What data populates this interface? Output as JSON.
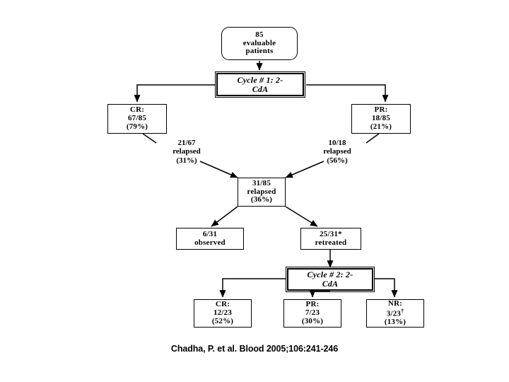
{
  "figure": {
    "type": "flowchart",
    "title": "Treatment response flow diagram",
    "citation": "Chadha, P. et al. Blood 2005;106:241-246",
    "colors": {
      "stroke": "#000000",
      "background": "#ffffff",
      "text": "#000000"
    }
  },
  "nodes": {
    "cohort": {
      "line1": "85",
      "line2": "evaluable",
      "line3": "patients"
    },
    "cycle1": {
      "line1": "Cycle # 1: 2-",
      "line2": "CdA"
    },
    "cr1": {
      "line1": "CR:",
      "line2": "67/85",
      "line3": "(79%)"
    },
    "pr1": {
      "line1": "PR:",
      "line2": "18/85",
      "line3": "(21%)"
    },
    "relapsed_total": {
      "line1": "31/85",
      "line2": "relapsed",
      "line3": "(36%)"
    },
    "observed": {
      "line1": "6/31",
      "line2": "observed"
    },
    "retreated": {
      "line1": "25/31*",
      "line2": "retreated"
    },
    "cycle2": {
      "line1": "Cycle # 2: 2-",
      "line2": "CdA"
    },
    "cr2": {
      "line1": "CR:",
      "line2": "12/23",
      "line3": "(52%)"
    },
    "pr2": {
      "line1": "PR:",
      "line2": "7/23",
      "line3": "(30%)"
    },
    "nr2": {
      "line1": "NR:",
      "line2": "3/23",
      "marker": "†",
      "line3": "(13%)"
    }
  },
  "labels": {
    "cr_relapsed": {
      "line1": "21/67",
      "line2": "relapsed",
      "line3": "(31%)"
    },
    "pr_relapsed": {
      "line1": "10/18",
      "line2": "relapsed",
      "line3": "(56%)"
    }
  },
  "chart_data": {
    "type": "flowchart",
    "title": "Response to 2-CdA therapy",
    "stages": [
      {
        "id": "cohort",
        "label": "85 evaluable patients",
        "n": 85
      },
      {
        "id": "cycle1",
        "label": "Cycle # 1: 2-CdA"
      },
      {
        "id": "cr1",
        "label": "CR",
        "numerator": 67,
        "denominator": 85,
        "percent": 79
      },
      {
        "id": "pr1",
        "label": "PR",
        "numerator": 18,
        "denominator": 85,
        "percent": 21
      },
      {
        "id": "cr_relapsed",
        "label": "relapsed from CR",
        "numerator": 21,
        "denominator": 67,
        "percent": 31
      },
      {
        "id": "pr_relapsed",
        "label": "relapsed from PR",
        "numerator": 10,
        "denominator": 18,
        "percent": 56
      },
      {
        "id": "relapsed_total",
        "label": "relapsed total",
        "numerator": 31,
        "denominator": 85,
        "percent": 36
      },
      {
        "id": "observed",
        "label": "observed",
        "numerator": 6,
        "denominator": 31
      },
      {
        "id": "retreated",
        "label": "retreated",
        "numerator": 25,
        "denominator": 31,
        "marker": "*"
      },
      {
        "id": "cycle2",
        "label": "Cycle # 2: 2-CdA"
      },
      {
        "id": "cr2",
        "label": "CR",
        "numerator": 12,
        "denominator": 23,
        "percent": 52
      },
      {
        "id": "pr2",
        "label": "PR",
        "numerator": 7,
        "denominator": 23,
        "percent": 30
      },
      {
        "id": "nr2",
        "label": "NR",
        "numerator": 3,
        "denominator": 23,
        "percent": 13,
        "marker": "†"
      }
    ],
    "edges": [
      {
        "from": "cohort",
        "to": "cycle1"
      },
      {
        "from": "cycle1",
        "to": "cr1"
      },
      {
        "from": "cycle1",
        "to": "pr1"
      },
      {
        "from": "cr1",
        "to": "relapsed_total",
        "label": "21/67 relapsed (31%)"
      },
      {
        "from": "pr1",
        "to": "relapsed_total",
        "label": "10/18 relapsed (56%)"
      },
      {
        "from": "relapsed_total",
        "to": "observed"
      },
      {
        "from": "relapsed_total",
        "to": "retreated"
      },
      {
        "from": "retreated",
        "to": "cycle2"
      },
      {
        "from": "cycle2",
        "to": "cr2"
      },
      {
        "from": "cycle2",
        "to": "pr2"
      },
      {
        "from": "cycle2",
        "to": "nr2"
      }
    ]
  }
}
